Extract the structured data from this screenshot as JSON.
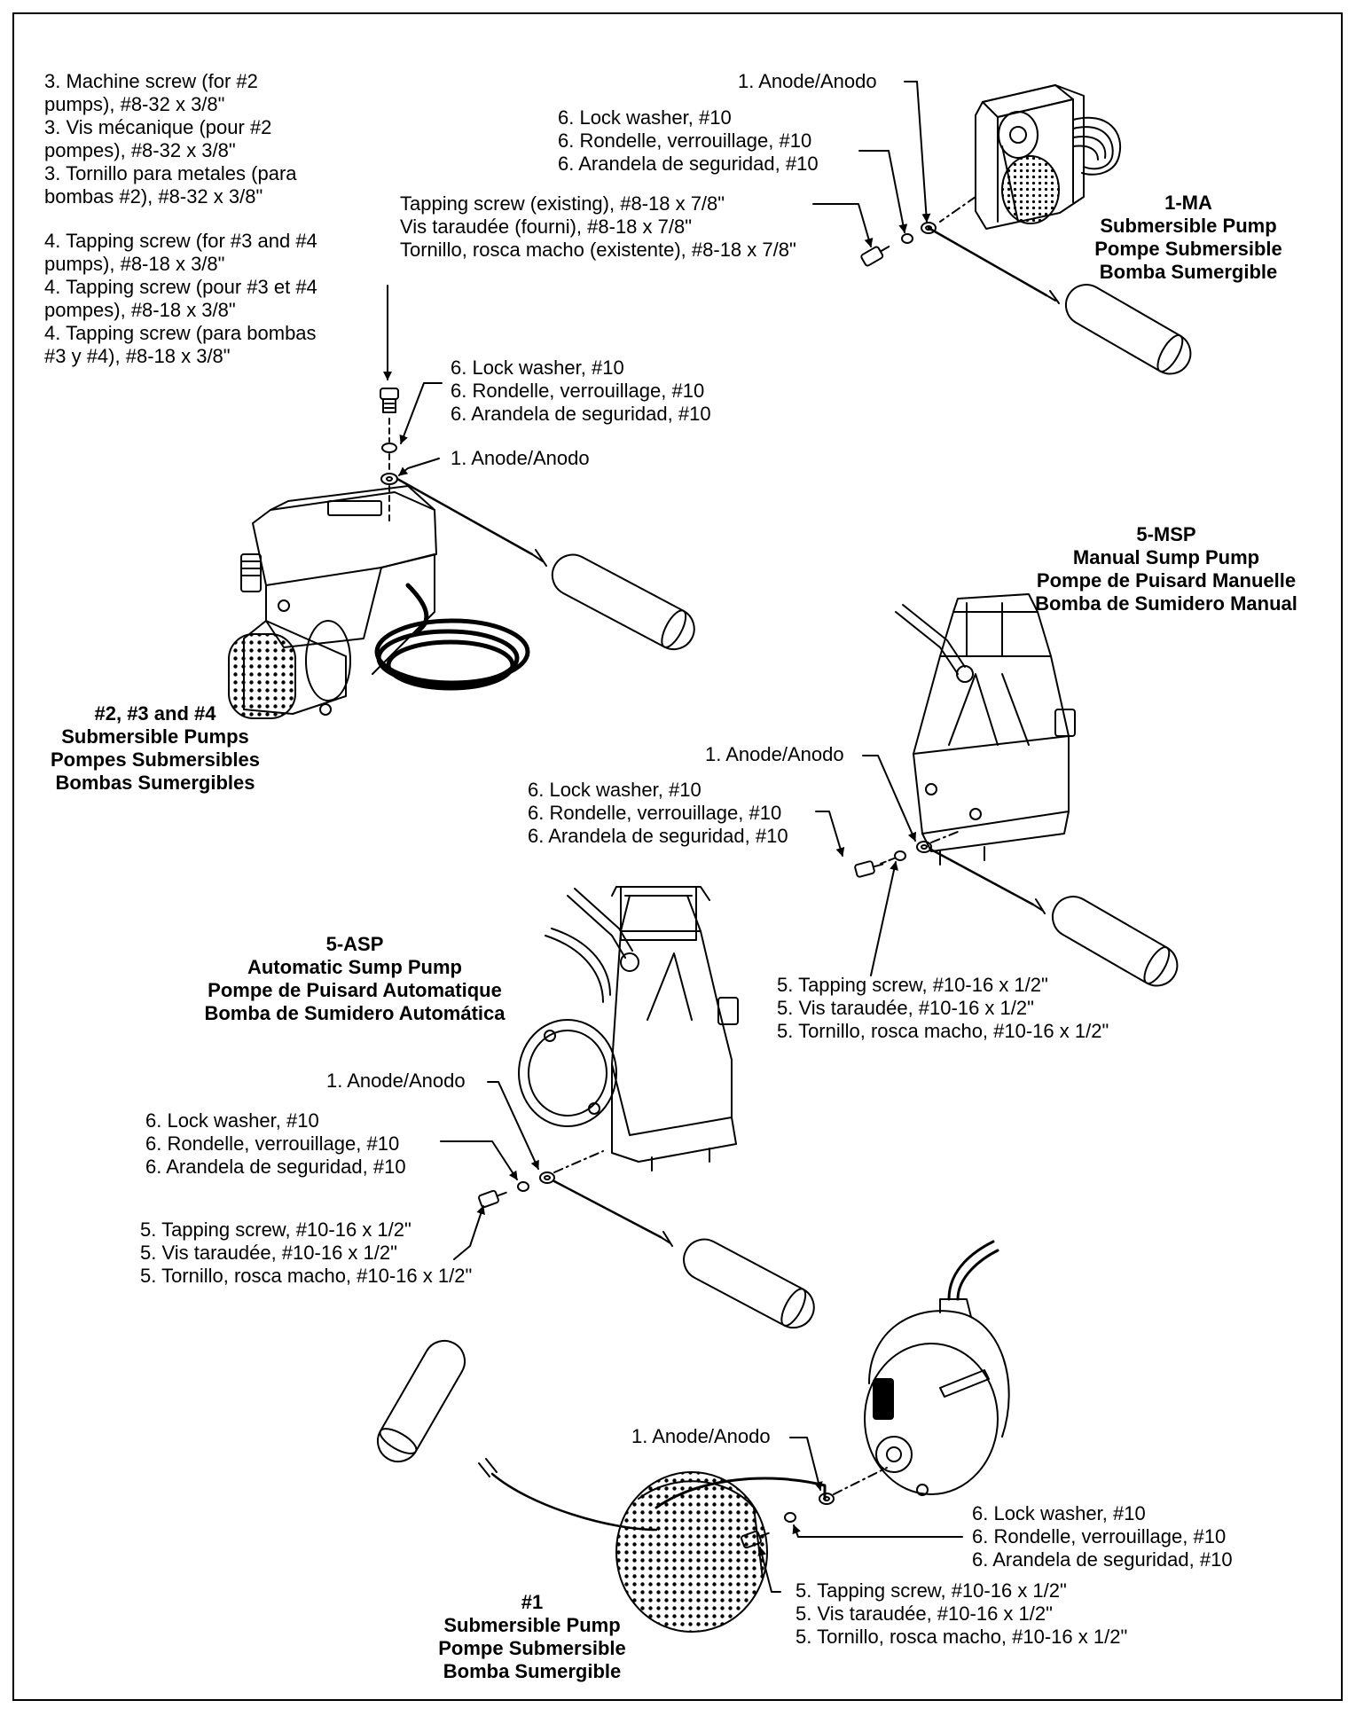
{
  "colors": {
    "ink": "#000000",
    "paper": "#ffffff"
  },
  "pumps": {
    "ma": {
      "title": [
        "1-MA",
        "Submersible Pump",
        "Pompe Submersible",
        "Bomba Sumergible"
      ],
      "anode": "1. Anode/Anodo",
      "washer": [
        "6. Lock washer, #10",
        "6. Rondelle, verrouillage, #10",
        "6. Arandela de seguridad, #10"
      ],
      "screw": [
        "Tapping screw (existing), #8-18 x 7/8\"",
        "Vis taraudée (fourni), #8-18 x 7/8\"",
        "Tornillo, rosca macho (existente), #8-18 x 7/8\""
      ]
    },
    "p234": {
      "title": [
        "#2, #3 and #4",
        "Submersible Pumps",
        "Pompes Submersibles",
        "Bombas Sumergibles"
      ],
      "machine_screw": [
        "3. Machine screw (for #2",
        "pumps), #8-32 x 3/8\"",
        "3. Vis mécanique (pour #2",
        "pompes), #8-32 x 3/8\"",
        "3. Tornillo para metales (para",
        "bombas #2), #8-32 x 3/8\""
      ],
      "tapping_screw": [
        "4. Tapping screw (for #3 and #4",
        "pumps), #8-18 x 3/8\"",
        "4. Tapping screw (pour #3 et #4",
        "pompes), #8-18 x 3/8\"",
        "4. Tapping screw (para bombas",
        "#3 y #4), #8-18 x 3/8\""
      ],
      "washer": [
        "6. Lock washer, #10",
        "6. Rondelle, verrouillage, #10",
        "6. Arandela de seguridad, #10"
      ],
      "anode": "1. Anode/Anodo"
    },
    "msp": {
      "title": [
        "5-MSP",
        "Manual Sump Pump",
        "Pompe de Puisard Manuelle",
        "Bomba de Sumidero Manual"
      ],
      "anode": "1. Anode/Anodo",
      "washer": [
        "6. Lock washer, #10",
        "6. Rondelle, verrouillage, #10",
        "6. Arandela de seguridad, #10"
      ],
      "screw": [
        "5. Tapping screw, #10-16 x 1/2\"",
        "5. Vis taraudée, #10-16 x 1/2\"",
        "5. Tornillo, rosca macho, #10-16 x 1/2\""
      ]
    },
    "asp": {
      "title": [
        "5-ASP",
        "Automatic Sump Pump",
        "Pompe de Puisard Automatique",
        "Bomba de Sumidero Automática"
      ],
      "anode": "1. Anode/Anodo",
      "washer": [
        "6. Lock washer, #10",
        "6. Rondelle, verrouillage, #10",
        "6. Arandela de seguridad, #10"
      ],
      "screw": [
        "5. Tapping screw, #10-16 x 1/2\"",
        "5. Vis taraudée, #10-16 x 1/2\"",
        "5. Tornillo, rosca macho, #10-16 x 1/2\""
      ]
    },
    "p1": {
      "title": [
        "#1",
        "Submersible Pump",
        "Pompe Submersible",
        "Bomba Sumergible"
      ],
      "anode": "1. Anode/Anodo",
      "washer": [
        "6. Lock washer, #10",
        "6. Rondelle, verrouillage, #10",
        "6. Arandela de seguridad, #10"
      ],
      "screw": [
        "5. Tapping screw, #10-16 x 1/2\"",
        "5. Vis taraudée, #10-16 x 1/2\"",
        "5. Tornillo, rosca macho, #10-16 x 1/2\""
      ]
    }
  }
}
